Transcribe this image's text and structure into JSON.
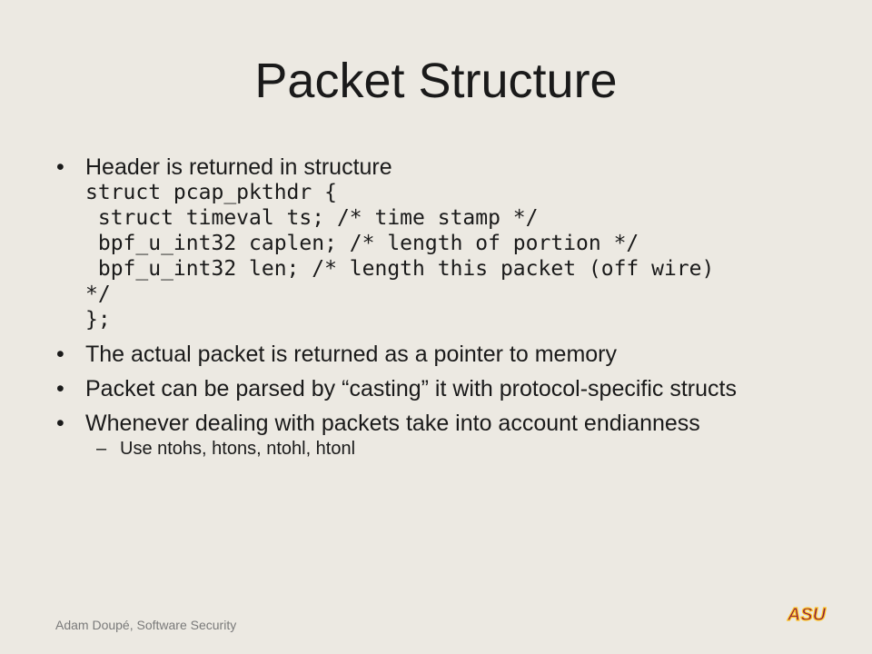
{
  "slide": {
    "title": "Packet Structure",
    "bullets": [
      {
        "text": "Header is returned in structure",
        "code": "struct pcap_pkthdr {\n struct timeval ts; /* time stamp */\n bpf_u_int32 caplen; /* length of portion */\n bpf_u_int32 len; /* length this packet (off wire)\n*/\n};"
      },
      {
        "text": "The actual packet is returned as a pointer to memory"
      },
      {
        "text": "Packet can be parsed by “casting” it with protocol-specific structs"
      },
      {
        "text": "Whenever dealing with packets take into account endianness",
        "sub": "Use ntohs, htons, ntohl, htonl"
      }
    ],
    "bullet_glyph": "•",
    "sub_glyph": "–"
  },
  "footer": {
    "text": "Adam Doupé, Software Security",
    "logo_text": "ASU",
    "logo_color": "#8c1d40",
    "logo_accent": "#ffc627"
  }
}
